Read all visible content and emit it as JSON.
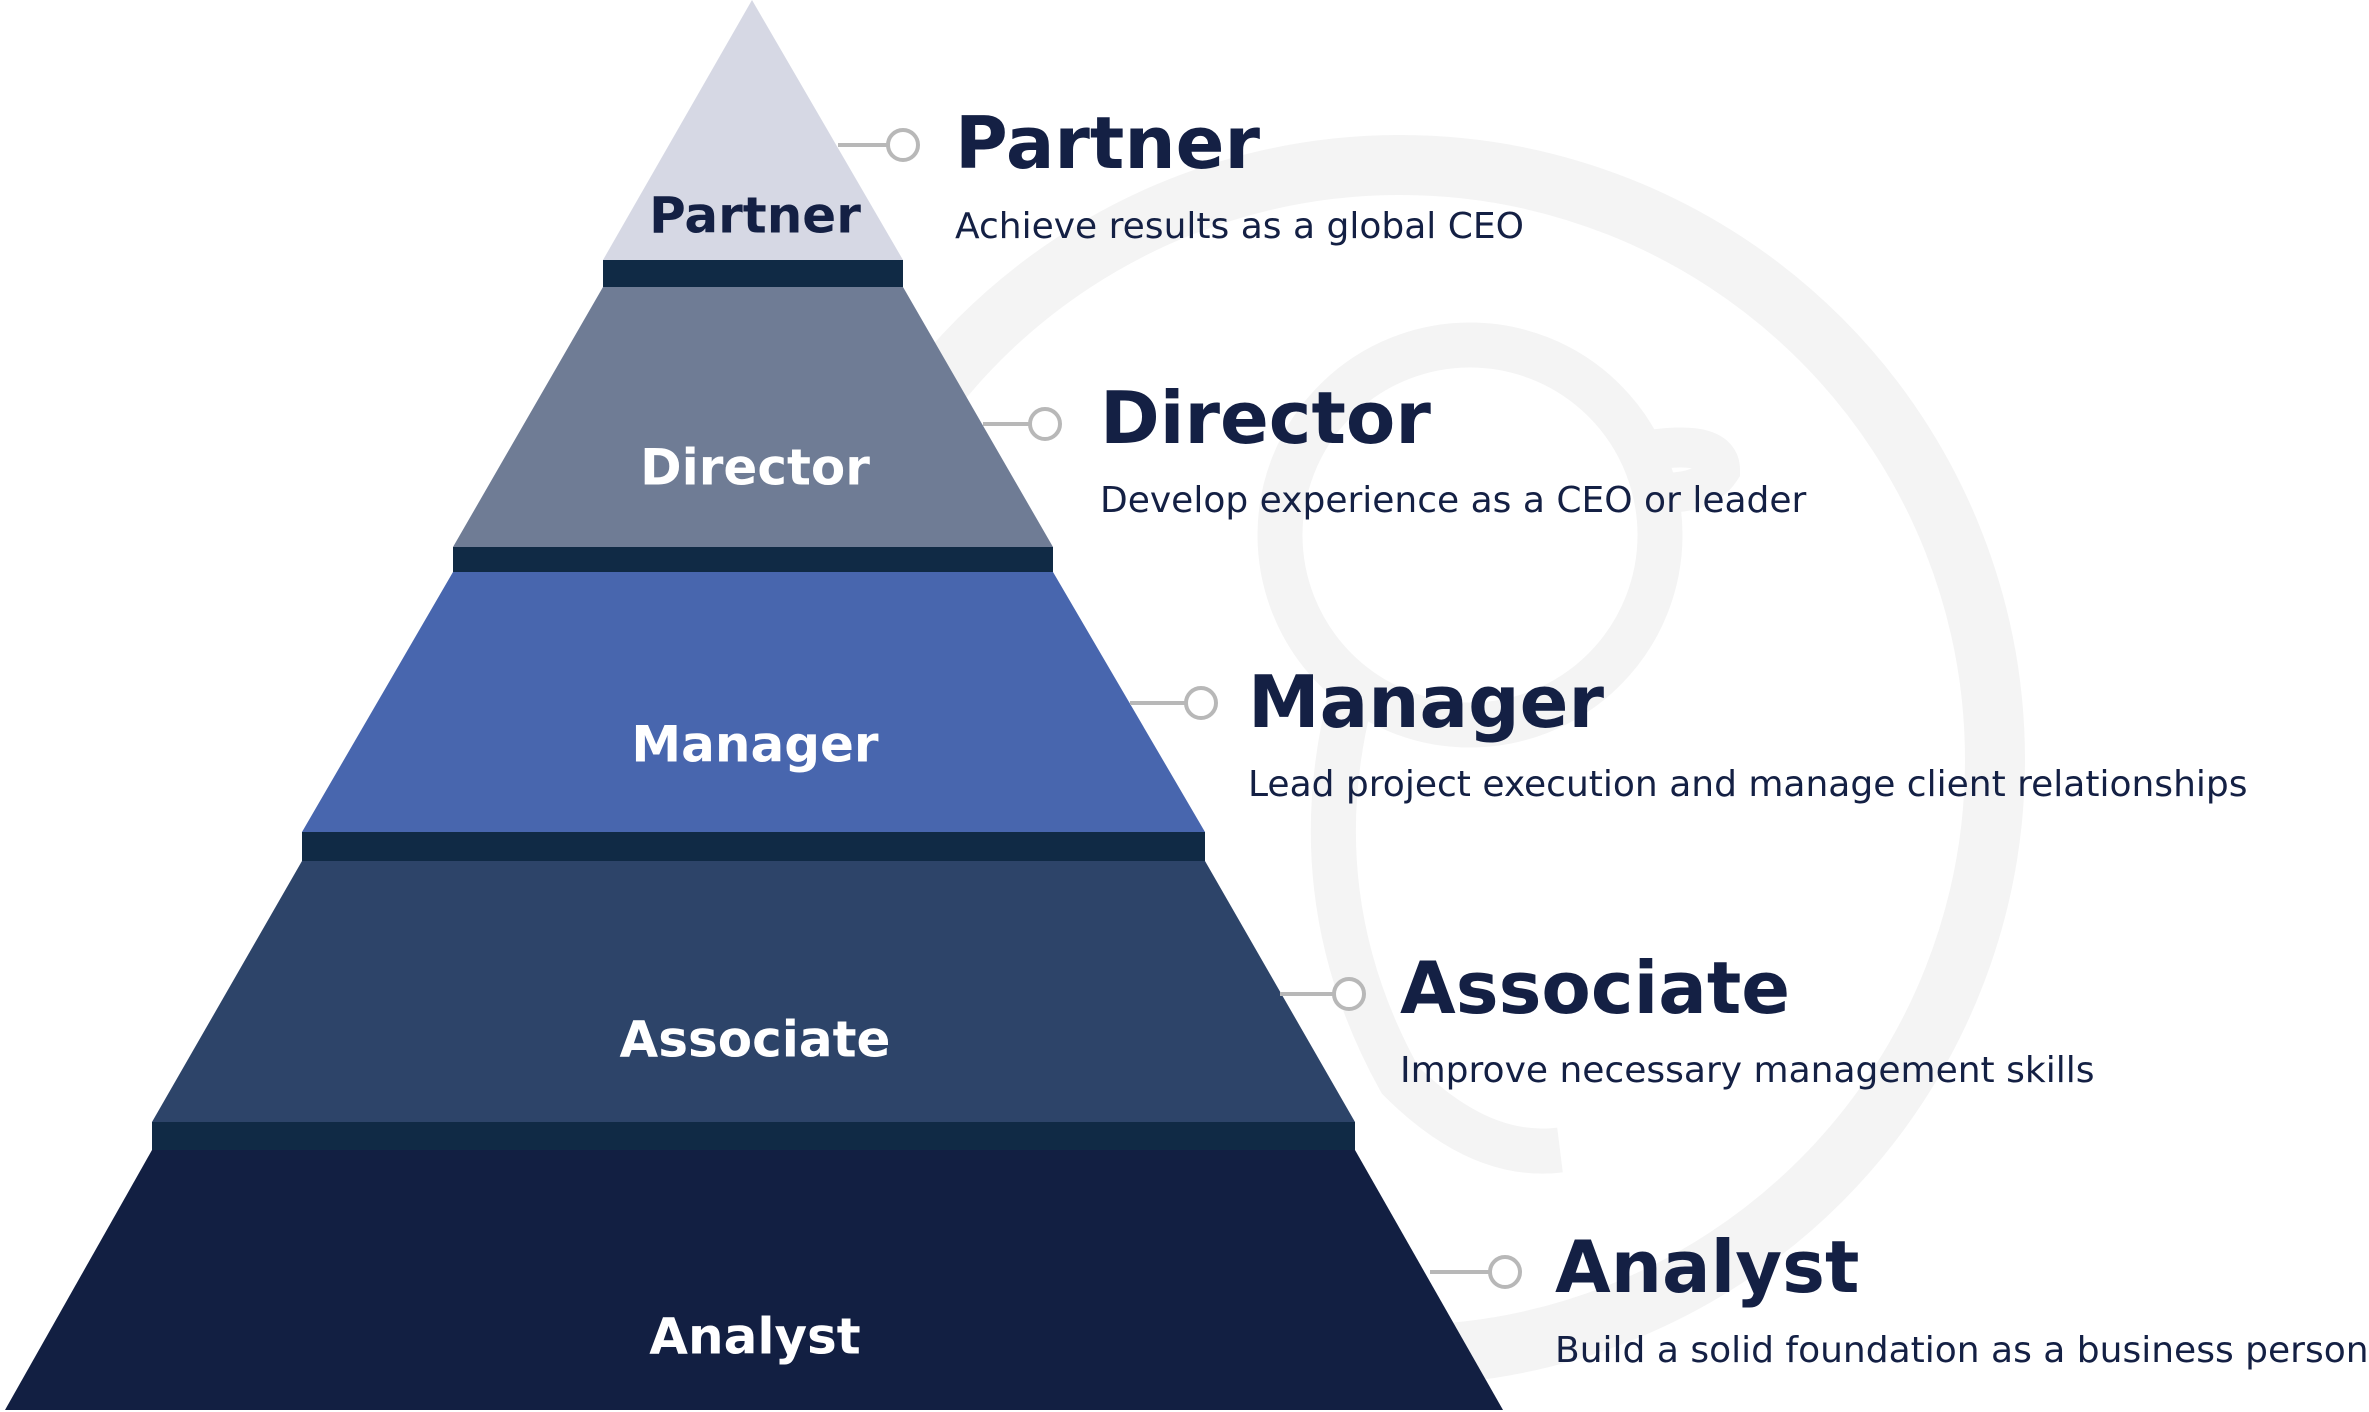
{
  "colors": {
    "partner": "#d6d8e4",
    "director": "#6f7c95",
    "manager": "#4866ae",
    "associate": "#2d4469",
    "analyst": "#121f42",
    "gap": "#102a45",
    "connector": "#b8b8b8",
    "watermark": "#f5f5f5",
    "text_dark": "#142044",
    "text_light": "#ffffff"
  },
  "tiers": [
    {
      "label": "Partner",
      "title": "Partner",
      "description": "Achieve results as a global CEO"
    },
    {
      "label": "Director",
      "title": "Director",
      "description": "Develop experience as a CEO or leader"
    },
    {
      "label": "Manager",
      "title": "Manager",
      "description": "Lead project execution and manage client relationships"
    },
    {
      "label": "Associate",
      "title": "Associate",
      "description": "Improve necessary management skills"
    },
    {
      "label": "Analyst",
      "title": "Analyst",
      "description": "Build a solid foundation as a business person"
    }
  ]
}
